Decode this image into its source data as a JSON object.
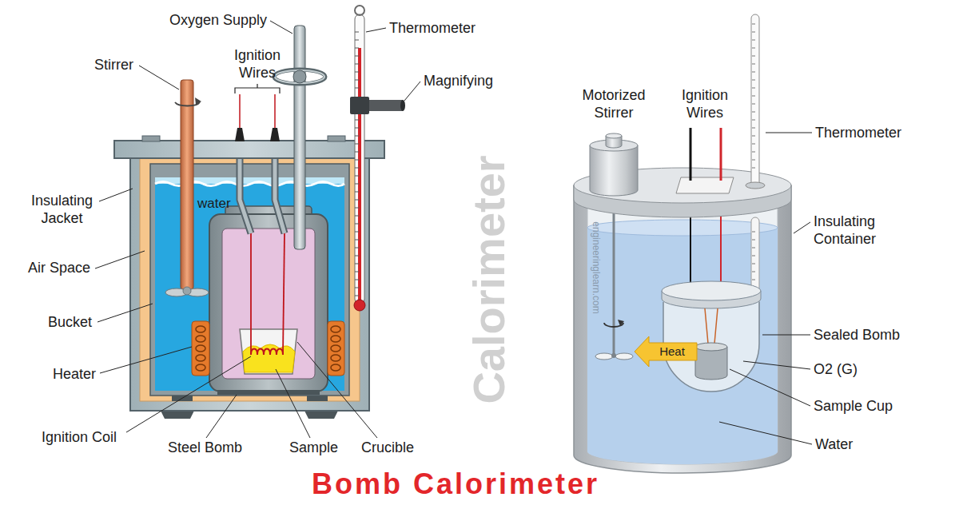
{
  "diagram": {
    "title": "Bomb Calorimeter",
    "labels": [
      "Oxygen Supply",
      "Thermometer",
      "Ignition Wires",
      "Stirrer",
      "Magnifying",
      "water",
      "Insulating Jacket",
      "Air Space",
      "Bucket",
      "Heater",
      "Ignition Coil",
      "Steel Bomb",
      "Sample",
      "Crucible",
      "Calorimeter",
      "Motorized Stirrer",
      "Ignition Wires",
      "Thermometer",
      "Insulating Container",
      "Heat",
      "Sealed Bomb",
      "O2 (G)",
      "Sample Cup",
      "engineeringlearn.com",
      "Water"
    ]
  }
}
